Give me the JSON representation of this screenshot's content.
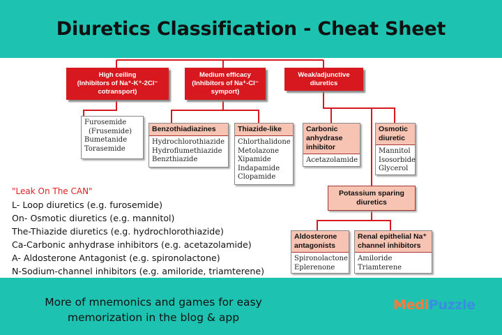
{
  "header": {
    "title": "Diuretics Classification - Cheat Sheet"
  },
  "top_categories": [
    {
      "lines": [
        "High ceiling",
        "(Inhibitors of Na⁺-K⁺-2Cl⁻",
        "cotransport)"
      ]
    },
    {
      "lines": [
        "Medium efficacy",
        "(Inhibitors of Na⁺-Cl⁻",
        "symport)"
      ]
    },
    {
      "lines": [
        "Weak/adjunctive",
        "diuretics"
      ]
    }
  ],
  "high_ceiling_drugs": [
    "Furosemide",
    "(Frusemide)",
    "Bumetanide",
    "Torasemide"
  ],
  "benzothiadiazines": {
    "heading": "Benzothiadiazines",
    "drugs": [
      "Hydrochlorothiazide",
      "Hydroflumethiazide",
      "Benzthiazide"
    ]
  },
  "thiazide_like": {
    "heading": "Thiazide-like",
    "drugs": [
      "Chlorthalidone",
      "Metolazone",
      "Xipamide",
      "Indapamide",
      "Clopamide"
    ]
  },
  "carbonic_anhydrase": {
    "heading": [
      "Carbonic",
      "anhydrase",
      "inhibitor"
    ],
    "drugs": [
      "Acetazolamide"
    ]
  },
  "osmotic": {
    "heading": [
      "Osmotic",
      "diuretic"
    ],
    "drugs": [
      "Mannitol",
      "Isosorbide",
      "Glycerol"
    ]
  },
  "potassium_sparing": {
    "lines": [
      "Potassium sparing",
      "diuretics"
    ]
  },
  "aldosterone_antagonists": {
    "heading": [
      "Aldosterone",
      "antagonists"
    ],
    "drugs": [
      "Spironolactone",
      "Eplerenone"
    ]
  },
  "renal_epithelial": {
    "heading": [
      "Renal epithelial Na⁺",
      "channel inhibitors"
    ],
    "drugs": [
      "Amiloride",
      "Triamterene"
    ]
  },
  "mnemonic": {
    "title": "\"Leak On The CAN\"",
    "lines": [
      "L- Loop diuretics (e.g. furosemide)",
      "On- Osmotic diuretics (e.g. mannitol)",
      "The-Thiazide diuretics (e.g. hydrochlorothiazide)",
      "Ca-Carbonic anhydrase inhibitors (e.g. acetazolamide)",
      "A- Aldosterone Antagonist (e.g. spironolactone)",
      "N-Sodium-channel inhibitors (e.g. amiloride, triamterene)"
    ]
  },
  "footer": {
    "tagline": [
      "More of mnemonics and games for easy",
      "memorization in the blog & app"
    ],
    "brand": {
      "part1": "Medi",
      "part2": "Puzzle"
    }
  },
  "colors": {
    "teal": "#1ec2b0",
    "red": "#d7191f",
    "pink": "#f7c4b3",
    "brand_orange": "#ff7a3a",
    "brand_blue": "#3a8de0"
  }
}
